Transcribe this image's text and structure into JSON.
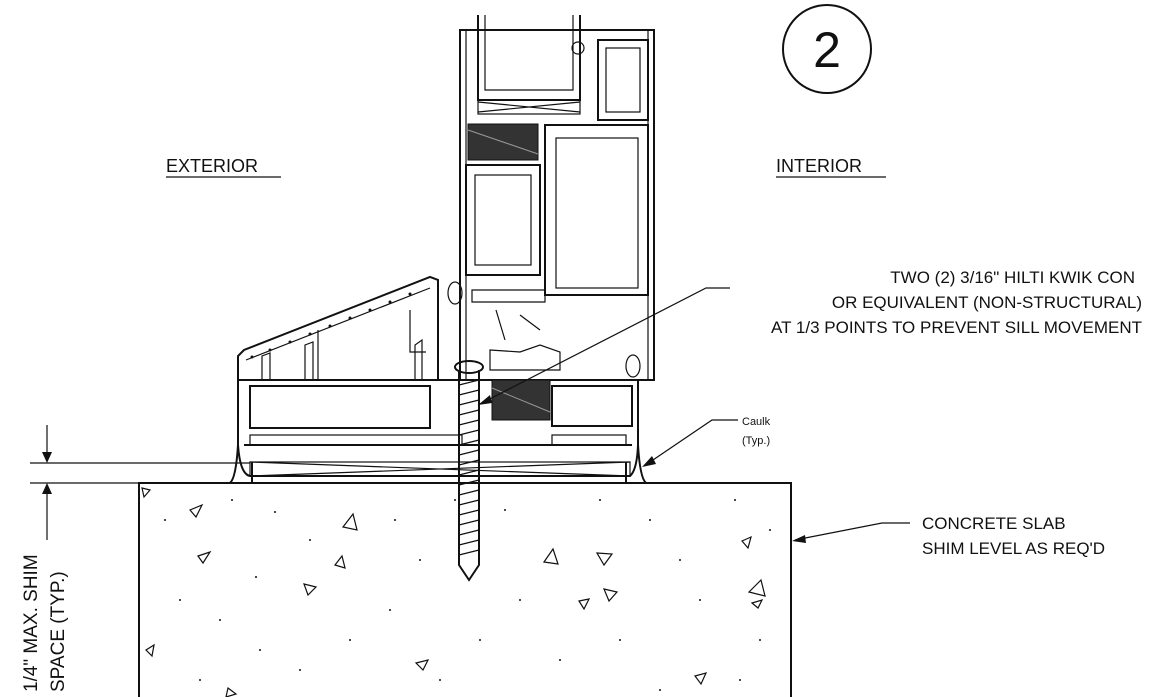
{
  "detail_number": "2",
  "labels": {
    "exterior": "EXTERIOR",
    "interior": "INTERIOR"
  },
  "anchor_note": {
    "line1": "TWO (2) 3/16\" HILTI KWIK CON",
    "line2": "OR EQUIVALENT (NON-STRUCTURAL)",
    "line3": "AT 1/3 POINTS TO PREVENT SILL MOVEMENT"
  },
  "caulk_note": {
    "line1": "Caulk",
    "line2": "(Typ.)"
  },
  "slab_note": {
    "line1": "CONCRETE SLAB",
    "line2": "SHIM LEVEL AS REQ'D"
  },
  "shim_note": {
    "line1": "1/4\" MAX. SHIM",
    "line2": "SPACE (TYP.)"
  }
}
